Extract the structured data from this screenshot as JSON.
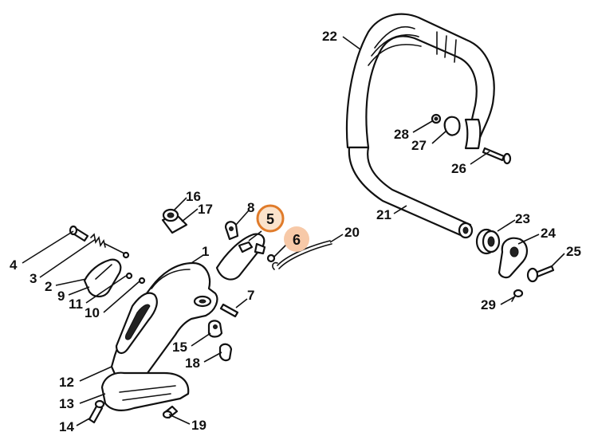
{
  "callouts": [
    {
      "id": "1",
      "label": "1"
    },
    {
      "id": "2",
      "label": "2"
    },
    {
      "id": "3",
      "label": "3"
    },
    {
      "id": "4",
      "label": "4"
    },
    {
      "id": "5",
      "label": "5"
    },
    {
      "id": "6",
      "label": "6"
    },
    {
      "id": "7",
      "label": "7"
    },
    {
      "id": "8",
      "label": "8"
    },
    {
      "id": "9",
      "label": "9"
    },
    {
      "id": "10",
      "label": "10"
    },
    {
      "id": "11",
      "label": "11"
    },
    {
      "id": "12",
      "label": "12"
    },
    {
      "id": "13",
      "label": "13"
    },
    {
      "id": "14",
      "label": "14"
    },
    {
      "id": "15",
      "label": "15"
    },
    {
      "id": "16",
      "label": "16"
    },
    {
      "id": "17",
      "label": "17"
    },
    {
      "id": "18",
      "label": "18"
    },
    {
      "id": "19",
      "label": "19"
    },
    {
      "id": "20",
      "label": "20"
    },
    {
      "id": "21",
      "label": "21"
    },
    {
      "id": "22",
      "label": "22"
    },
    {
      "id": "23",
      "label": "23"
    },
    {
      "id": "24",
      "label": "24"
    },
    {
      "id": "25",
      "label": "25"
    },
    {
      "id": "26",
      "label": "26"
    },
    {
      "id": "27",
      "label": "27"
    },
    {
      "id": "28",
      "label": "28"
    },
    {
      "id": "29",
      "label": "29"
    }
  ],
  "highlights": {
    "selected": {
      "label": "5",
      "ring_color": "#e07b2a",
      "fill_color": "#fbe3cc"
    },
    "hovered": {
      "label": "6",
      "fill_color": "#f7c9a8"
    }
  }
}
